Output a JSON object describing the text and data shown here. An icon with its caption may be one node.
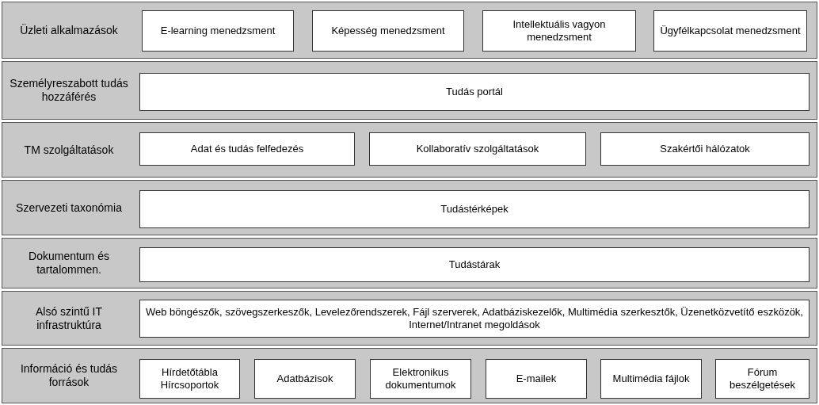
{
  "diagram": {
    "nodes": [
      {
        "text": [
          "Üzleti alkalmazások"
        ]
      },
      {
        "text": [
          "E-learning menedzsment"
        ],
        "in": 0
      },
      {
        "text": [
          "Képesség menedzsment"
        ],
        "in": 0
      },
      {
        "text": [
          "Intellektuális vagyon menedzsment"
        ],
        "in": 0
      },
      {
        "text": [
          "Ügyfélkapcsolat menedzsment"
        ],
        "in": 0
      },
      {
        "text": [
          "Személyreszabott tudás hozzáférés"
        ]
      },
      {
        "text": [
          "Tudás portál"
        ],
        "in": 5
      },
      {
        "text": [
          "TM szolgáltatások"
        ]
      },
      {
        "text": [
          "Adat és tudás felfedezés"
        ],
        "in": 7
      },
      {
        "text": [
          "Kollaboratív szolgáltatások"
        ],
        "in": 7
      },
      {
        "text": [
          "Szakértői hálózatok"
        ],
        "in": 7
      },
      {
        "text": [
          "Szervezeti taxonómia"
        ]
      },
      {
        "text": [
          "Tudástérképek"
        ],
        "in": 11
      },
      {
        "text": [
          "Dokumentum és tartalommen."
        ]
      },
      {
        "text": [
          "Tudástárak"
        ],
        "in": 13
      },
      {
        "text": [
          "Alsó szintű IT infrastruktúra"
        ]
      },
      {
        "text": [
          "Web böngészők, szövegszerkeszők, Levelezőrendszerek, Fájl szerverek, Adatbáziskezelők, Multimédia szerkesztők, Üzenetközvetítő eszközök, Internet/Intranet megoldások"
        ],
        "in": 15
      },
      {
        "text": [
          "Információ és tudás források"
        ]
      },
      {
        "text": [
          "Hírdetőtábla Hírcsoportok"
        ],
        "in": 17
      },
      {
        "text": [
          "Adatbázisok"
        ],
        "in": 17
      },
      {
        "text": [
          "Elektronikus dokumentumok"
        ],
        "in": 17
      },
      {
        "text": [
          "E-mailek"
        ],
        "in": 17
      },
      {
        "text": [
          "Multimédia fájlok"
        ],
        "in": 17
      },
      {
        "text": [
          "Fórum beszélgetések"
        ],
        "in": 17
      }
    ]
  }
}
